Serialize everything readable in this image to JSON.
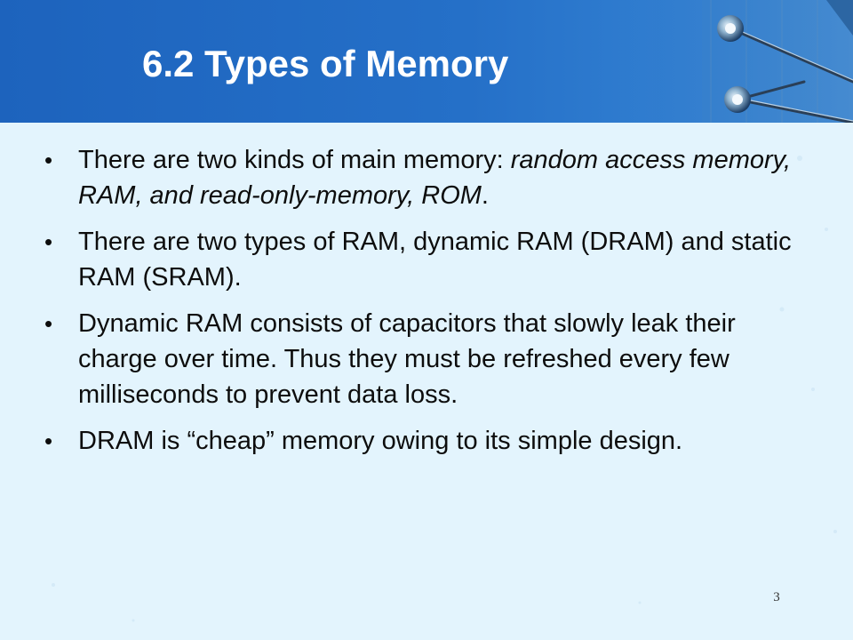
{
  "slide": {
    "title": "6.2 Types of Memory",
    "page_number": "3",
    "colors": {
      "header_blue": "#1d63bd",
      "body_background": "#e3f4fd",
      "title_text": "#ffffff",
      "body_text": "#0d0d0d"
    },
    "decoration_icon": "circuit-pins-graphic",
    "bullets": [
      {
        "parts": [
          {
            "text": "There are two kinds of main memory: ",
            "italic": false
          },
          {
            "text": "random access memory, RAM, and read-only-memory, ROM",
            "italic": true
          },
          {
            "text": ".",
            "italic": false
          }
        ]
      },
      {
        "parts": [
          {
            "text": "There are two types of RAM, dynamic RAM (DRAM) and static RAM (SRAM).",
            "italic": false
          }
        ]
      },
      {
        "parts": [
          {
            "text": "Dynamic RAM consists of capacitors that slowly leak their charge over time.  Thus they must be refreshed every few milliseconds to prevent data loss.",
            "italic": false
          }
        ]
      },
      {
        "parts": [
          {
            "text": "DRAM is “cheap” memory owing to its simple design.",
            "italic": false
          }
        ]
      }
    ]
  }
}
